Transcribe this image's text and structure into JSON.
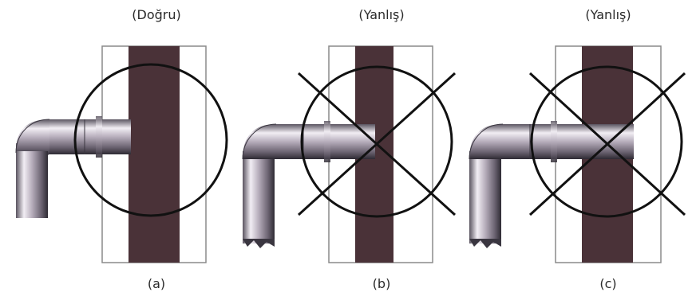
{
  "panels": [
    {
      "letter": "(a)",
      "verdict": "(Doğru)",
      "crossed": false
    },
    {
      "letter": "(b)",
      "verdict": "(Yanlış)",
      "crossed": true
    },
    {
      "letter": "(c)",
      "verdict": "(Yanlış)",
      "crossed": true
    }
  ],
  "colors": {
    "wall_core": "#4a3238",
    "wall_frame": "#8a8a8a",
    "pipe_dark": "#3a3640",
    "pipe_light": "#e8e4ea",
    "ink": "#111111"
  }
}
